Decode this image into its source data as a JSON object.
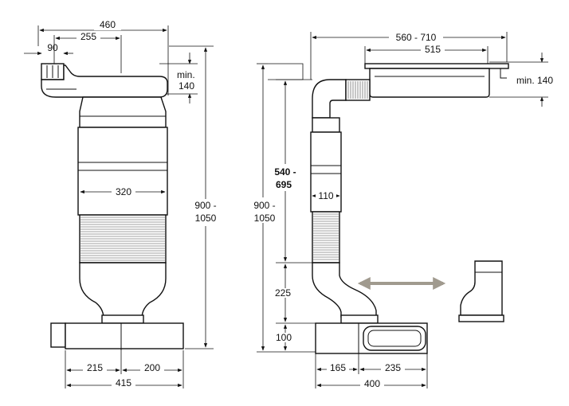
{
  "left_view": {
    "dim_total_width": "460",
    "dim_offset": "255",
    "dim_pipe": "90",
    "dim_min_a": "min.",
    "dim_min_b": "140",
    "dim_body_width": "320",
    "dim_height_a": "900 -",
    "dim_height_b": "1050",
    "dim_base_left": "215",
    "dim_base_right": "200",
    "dim_base_total": "415"
  },
  "right_view": {
    "dim_span": "560 - 710",
    "dim_hood": "515",
    "dim_min": "min. 140",
    "dim_column_a": "540 -",
    "dim_column_b": "695",
    "dim_pipe": "110",
    "dim_height_a": "900 -",
    "dim_height_b": "1050",
    "dim_lower": "225",
    "dim_base_height": "100",
    "dim_base_left": "165",
    "dim_base_right": "235",
    "dim_base_total": "400"
  },
  "colors": {
    "line": "#111111",
    "movement_arrow": "#a09a8e"
  }
}
